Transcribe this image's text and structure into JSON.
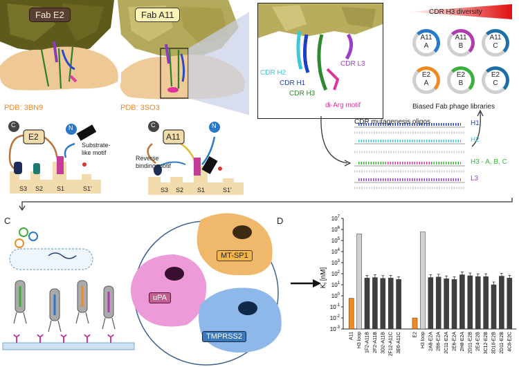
{
  "panelA": {
    "fab_e2": "Fab E2",
    "fab_a11": "Fab A11",
    "pdb_e2": "PDB: 3BN9",
    "pdb_a11": "PDB: 3SO3",
    "cdr_h2": "CDR H2",
    "cdr_h1": "CDR H1",
    "cdr_h3": "CDR H3",
    "cdr_l3": "CDR L3",
    "diarg": "di-Arg motif"
  },
  "panelB": {
    "c": "C",
    "n": "N",
    "e2": "E2",
    "a11": "A11",
    "substrate_like": "Substrate-\nlike motif",
    "reverse_binding": "Reverse\nbinding motif",
    "s3": "S3",
    "s2": "S2",
    "s1": "S1",
    "s1p": "S1'"
  },
  "library": {
    "title": "CDR H3 diversity",
    "items": [
      "A11\nA",
      "A11\nB",
      "A11\nC",
      "E2\nA",
      "E2\nB",
      "E2\nC"
    ],
    "caption": "Biased Fab phage libraries"
  },
  "oligos": {
    "title": "CDR mutagenesis oligos",
    "h1": "H1",
    "h2": "H2",
    "h3": "H3 - A, B, C",
    "l3": "L3"
  },
  "panelC": {
    "letter": "C"
  },
  "panelD": {
    "letter": "D",
    "mtsp1": "MT-SP1",
    "upa": "uPA",
    "tmprss2": "TMPRSS2"
  },
  "colors": {
    "orange": "#f08a24",
    "grey_bar": "#d0d0d0",
    "dark_bar": "#3f3f3f",
    "h1": "#1f3fbf",
    "h2": "#3ec8d6",
    "h3": "#33bb33",
    "l3": "#9a3fc6",
    "magenta": "#e0339a"
  },
  "chart_data": {
    "type": "bar",
    "ylabel": "Ki [nM]",
    "ylabel_main": "K",
    "ylabel_sub": "i",
    "ylabel_unit": " [nM]",
    "yscale": "log",
    "ylim": [
      0.001,
      10000000
    ],
    "yticks": [
      "10-3",
      "10-2",
      "10-1",
      "100",
      "101",
      "102",
      "103",
      "104",
      "105",
      "106",
      "107"
    ],
    "ytick_base": "10",
    "ytick_exps": [
      "-3",
      "-2",
      "-1",
      "0",
      "1",
      "2",
      "3",
      "4",
      "5",
      "6",
      "7"
    ],
    "categories": [
      "A11",
      "H3 loop",
      "1F2-A11B",
      "2F2-A11B",
      "3D2-A11B",
      "2F12-A11C",
      "3E6-A11C",
      "E2",
      "H3 loop",
      "2A8-E2A",
      "2B6-E2A",
      "2C11-E2A",
      "2E6-E2A",
      "2H8-E2A",
      "2D11-E2B",
      "2E4-E2B",
      "3C12-E2B",
      "3D10-E2B",
      "2D11-E2B",
      "4C8-E2C"
    ],
    "values": [
      0.6,
      400000,
      40,
      45,
      38,
      40,
      30,
      0.01,
      600000,
      45,
      50,
      35,
      30,
      80,
      65,
      55,
      55,
      10,
      60,
      40
    ],
    "bar_colors": [
      "orange",
      "grey",
      "dark",
      "dark",
      "dark",
      "dark",
      "dark",
      "orange",
      "grey",
      "dark",
      "dark",
      "dark",
      "dark",
      "dark",
      "dark",
      "dark",
      "dark",
      "dark",
      "dark",
      "dark"
    ]
  }
}
